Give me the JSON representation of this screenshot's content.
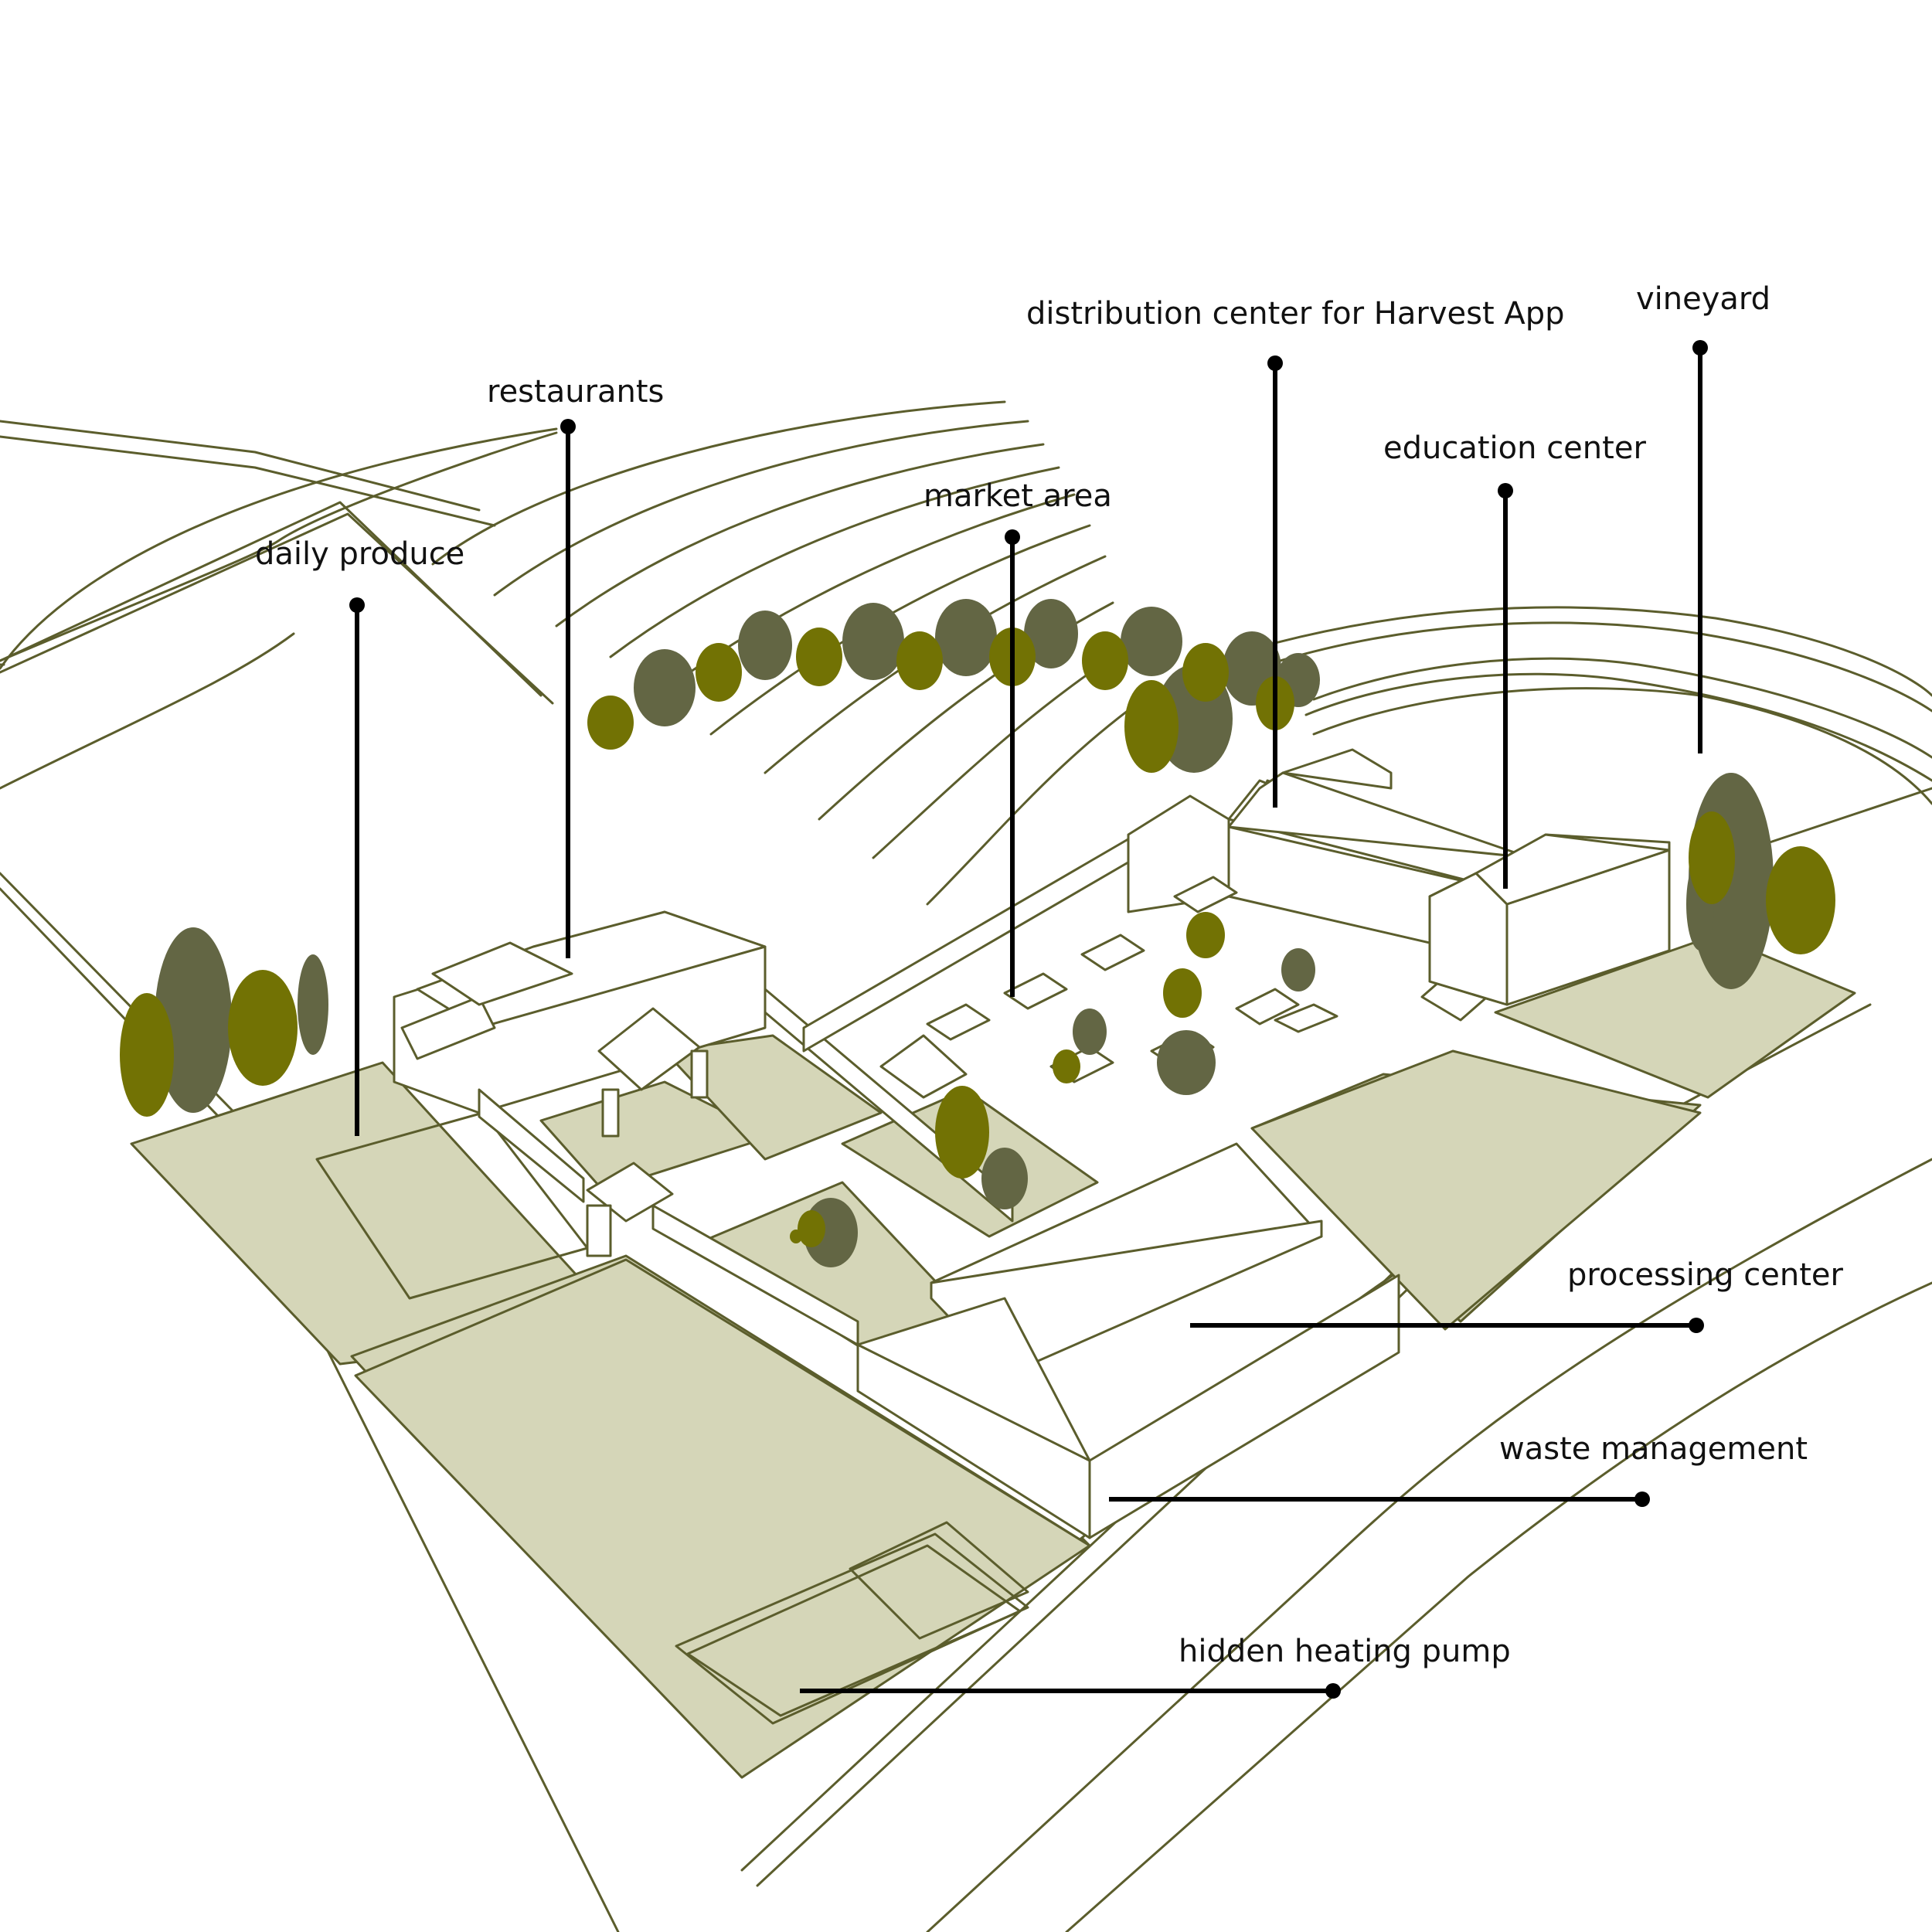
{
  "colors": {
    "outline": "#5b5d2c",
    "field": "#d5d6b8",
    "tree_dark": "#636644",
    "tree_olive": "#727204",
    "leader": "#000000",
    "background": "#ffffff"
  },
  "callouts": [
    {
      "id": "daily-produce",
      "label": "daily produce"
    },
    {
      "id": "restaurants",
      "label": "restaurants"
    },
    {
      "id": "market-area",
      "label": "market area"
    },
    {
      "id": "distribution-center",
      "label": "distribution center for Harvest App"
    },
    {
      "id": "education-center",
      "label": "education center"
    },
    {
      "id": "vineyard",
      "label": "vineyard"
    },
    {
      "id": "processing-center",
      "label": "processing center"
    },
    {
      "id": "waste-management",
      "label": "waste management"
    },
    {
      "id": "hidden-heating-pump",
      "label": "hidden heating pump"
    }
  ]
}
